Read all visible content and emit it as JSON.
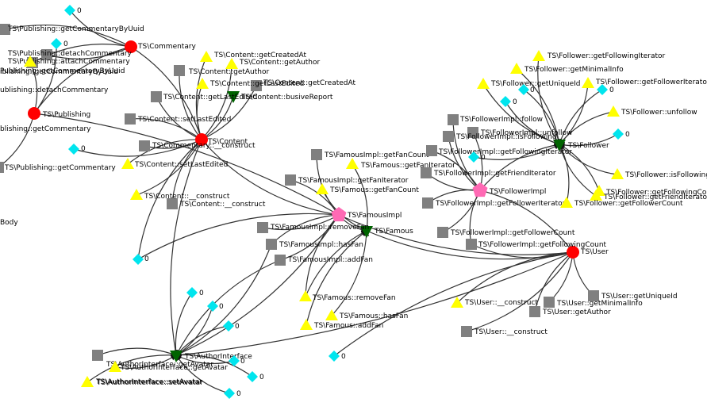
{
  "colors": {
    "class": "#ff0000",
    "implementation": "#ff69b4",
    "interface": "#006400",
    "method": "#808080",
    "interface_method": "#ffff00",
    "constant": "#00e5ee",
    "edge": "#333333"
  },
  "nodes": [
    {
      "id": "n1",
      "kind": "class",
      "label": "TS\\Commentary"
    },
    {
      "id": "n2",
      "kind": "class",
      "label": "TS\\Publishing"
    },
    {
      "id": "n3",
      "kind": "class",
      "label": "TS\\Content"
    },
    {
      "id": "n4",
      "kind": "class",
      "label": "TS\\User"
    },
    {
      "id": "n5",
      "kind": "implementation",
      "label": "TS\\FamousImpl"
    },
    {
      "id": "n6",
      "kind": "implementation",
      "label": "TS\\FollowerImpl"
    },
    {
      "id": "n7",
      "kind": "interface",
      "label": "TS\\AuthorInterface"
    },
    {
      "id": "n8",
      "kind": "interface",
      "label": "TS\\Famous"
    },
    {
      "id": "n9",
      "kind": "interface",
      "label": "TS\\Follower"
    },
    {
      "id": "n10",
      "kind": "interface",
      "label": "TS\\Content::busiveReport"
    },
    {
      "id": "m1",
      "kind": "method",
      "label": "TS\\Publishing::getCommentaryByUuid"
    },
    {
      "id": "m2",
      "kind": "method",
      "label": "TS\\Publishing::detachCommentary"
    },
    {
      "id": "m3",
      "kind": "method",
      "label": "TS\\Publishing::attachCommentary"
    },
    {
      "id": "m4",
      "kind": "method",
      "label": "TS\\Publishing::getCommentary"
    },
    {
      "id": "m5",
      "kind": "method",
      "label": "TS\\Content::getAuthor"
    },
    {
      "id": "m6",
      "kind": "method",
      "label": "TS\\Content::getCreatedAt"
    },
    {
      "id": "m7",
      "kind": "method",
      "label": "TS\\Content::getLastEdited"
    },
    {
      "id": "m8",
      "kind": "method",
      "label": "TS\\Content::setLastEdited"
    },
    {
      "id": "m9",
      "kind": "method",
      "label": "TS\\Commentary::__construct"
    },
    {
      "id": "m10",
      "kind": "method",
      "label": "TS\\Content::__construct"
    },
    {
      "id": "m11",
      "kind": "method",
      "label": "TS\\FamousImpl::getFanCount"
    },
    {
      "id": "m12",
      "kind": "method",
      "label": "TS\\FamousImpl::getFanIterator"
    },
    {
      "id": "m13",
      "kind": "method",
      "label": "TS\\FamousImpl::removeFan"
    },
    {
      "id": "m14",
      "kind": "method",
      "label": "TS\\FamousImpl::hasFan"
    },
    {
      "id": "m15",
      "kind": "method",
      "label": "TS\\FamousImpl::addFan"
    },
    {
      "id": "m16",
      "kind": "method",
      "label": "TS\\FollowerImpl::follow"
    },
    {
      "id": "m17",
      "kind": "method",
      "label": "TS\\FollowerImpl::unfollow"
    },
    {
      "id": "m18",
      "kind": "method",
      "label": "TS\\FollowerImpl::isFollowing"
    },
    {
      "id": "m19",
      "kind": "method",
      "label": "TS\\FollowerImpl::getFollowingIterator"
    },
    {
      "id": "m20",
      "kind": "method",
      "label": "TS\\FollowerImpl::getFriendIterator"
    },
    {
      "id": "m21",
      "kind": "method",
      "label": "TS\\FollowerImpl::getFollowerIterator"
    },
    {
      "id": "m22",
      "kind": "method",
      "label": "TS\\FollowerImpl::getFollowerCount"
    },
    {
      "id": "m23",
      "kind": "method",
      "label": "TS\\FollowerImpl::getFollowingCount"
    },
    {
      "id": "m24",
      "kind": "method",
      "label": "TS\\User::getUniqueId"
    },
    {
      "id": "m25",
      "kind": "method",
      "label": "TS\\User::getMinimalInfo"
    },
    {
      "id": "m26",
      "kind": "method",
      "label": "TS\\User::getAuthor"
    },
    {
      "id": "m27",
      "kind": "method",
      "label": "TS\\User::__construct"
    },
    {
      "id": "m28",
      "kind": "method",
      "label": "TS\\AuthorInterface::getAvatar"
    },
    {
      "id": "t1",
      "kind": "interface_method",
      "label": "TS\\Content::getCreatedAt"
    },
    {
      "id": "t2",
      "kind": "interface_method",
      "label": "TS\\Content::getAuthor"
    },
    {
      "id": "t3",
      "kind": "interface_method",
      "label": "TS\\Content::getLastEdited"
    },
    {
      "id": "t4",
      "kind": "interface_method",
      "label": "TS\\Content::setLastEdited"
    },
    {
      "id": "t5",
      "kind": "interface_method",
      "label": "TS\\Content::__construct"
    },
    {
      "id": "t6",
      "kind": "interface_method",
      "label": "Publishing::getCommentaryByUuid"
    },
    {
      "id": "t7",
      "kind": "interface_method",
      "label": "TS\\Famous::getFanIterator"
    },
    {
      "id": "t8",
      "kind": "interface_method",
      "label": "TS\\Famous::getFanCount"
    },
    {
      "id": "t9",
      "kind": "interface_method",
      "label": "TS\\Famous::removeFan"
    },
    {
      "id": "t10",
      "kind": "interface_method",
      "label": "TS\\Famous::hasFan"
    },
    {
      "id": "t11",
      "kind": "interface_method",
      "label": "TS\\Famous::addFan"
    },
    {
      "id": "t12",
      "kind": "interface_method",
      "label": "TS\\AuthorInterface::getAvatar"
    },
    {
      "id": "t13",
      "kind": "interface_method",
      "label": "TS\\AuthorInterface::setAvatar"
    },
    {
      "id": "t14",
      "kind": "interface_method",
      "label": "TS\\Follower::getFollowingIterator"
    },
    {
      "id": "t15",
      "kind": "interface_method",
      "label": "TS\\Follower::getMinimalInfo"
    },
    {
      "id": "t16",
      "kind": "interface_method",
      "label": "TS\\Follower::getUniqueId"
    },
    {
      "id": "t17",
      "kind": "interface_method",
      "label": "TS\\Follower::getFollowerIterator"
    },
    {
      "id": "t18",
      "kind": "interface_method",
      "label": "TS\\Follower::unfollow"
    },
    {
      "id": "t19",
      "kind": "interface_method",
      "label": "TS\\Follower::isFollowing"
    },
    {
      "id": "t20",
      "kind": "interface_method",
      "label": "TS\\Follower::getFollowingCount"
    },
    {
      "id": "t21",
      "kind": "interface_method",
      "label": "TS\\Follower::getFriendIterator"
    },
    {
      "id": "t22",
      "kind": "interface_method",
      "label": "TS\\Follower::getFollowerCount"
    },
    {
      "id": "t23",
      "kind": "interface_method",
      "label": "TS\\User::__construct"
    },
    {
      "id": "c1",
      "kind": "constant",
      "label": "0"
    },
    {
      "id": "c2",
      "kind": "constant",
      "label": "0"
    },
    {
      "id": "c3",
      "kind": "constant",
      "label": "0"
    },
    {
      "id": "c4",
      "kind": "constant",
      "label": "0"
    },
    {
      "id": "c5",
      "kind": "constant",
      "label": "0"
    },
    {
      "id": "c6",
      "kind": "constant",
      "label": "0"
    },
    {
      "id": "c7",
      "kind": "constant",
      "label": "0"
    },
    {
      "id": "c8",
      "kind": "constant",
      "label": "0"
    },
    {
      "id": "c9",
      "kind": "constant",
      "label": "0"
    },
    {
      "id": "c10",
      "kind": "constant",
      "label": "0"
    },
    {
      "id": "c11",
      "kind": "constant",
      "label": "0"
    },
    {
      "id": "c12",
      "kind": "constant",
      "label": "0"
    },
    {
      "id": "c13",
      "kind": "constant",
      "label": "0"
    },
    {
      "id": "c14",
      "kind": "constant",
      "label": "0"
    },
    {
      "id": "c15",
      "kind": "constant",
      "label": "0"
    },
    {
      "id": "c16",
      "kind": "constant",
      "label": "0"
    },
    {
      "id": "x1",
      "kind": "fragment",
      "label": "Body"
    },
    {
      "id": "x2",
      "kind": "fragment",
      "label": "blishing::getCommentary"
    },
    {
      "id": "x3",
      "kind": "fragment",
      "label": "ublishing::detachCommentary"
    },
    {
      "id": "x4",
      "kind": "fragment",
      "label": "iblishing::getCommentaryByUuid"
    },
    {
      "id": "x5",
      "kind": "fragment",
      "label": "TS\\AuthorInterface::setAvatar"
    }
  ],
  "edges": [
    [
      "m1",
      "n1"
    ],
    [
      "m2",
      "n1"
    ],
    [
      "m3",
      "n1"
    ],
    [
      "m4",
      "n2"
    ],
    [
      "t6",
      "n2"
    ],
    [
      "c1",
      "n1"
    ],
    [
      "c2",
      "n2"
    ],
    [
      "m5",
      "n3"
    ],
    [
      "m6",
      "n3"
    ],
    [
      "m7",
      "n3"
    ],
    [
      "m8",
      "n3"
    ],
    [
      "m9",
      "n3"
    ],
    [
      "m10",
      "n3"
    ],
    [
      "t1",
      "n3"
    ],
    [
      "t2",
      "n3"
    ],
    [
      "t3",
      "n3"
    ],
    [
      "t4",
      "n3"
    ],
    [
      "t5",
      "n3"
    ],
    [
      "n1",
      "n3"
    ],
    [
      "n1",
      "n2"
    ],
    [
      "n10",
      "n3"
    ],
    [
      "c3",
      "n3"
    ],
    [
      "c4",
      "n3"
    ],
    [
      "m11",
      "n5"
    ],
    [
      "m12",
      "n5"
    ],
    [
      "m13",
      "n5"
    ],
    [
      "m14",
      "n5"
    ],
    [
      "m15",
      "n5"
    ],
    [
      "t7",
      "n8"
    ],
    [
      "t8",
      "n8"
    ],
    [
      "t9",
      "n8"
    ],
    [
      "t10",
      "n8"
    ],
    [
      "t11",
      "n8"
    ],
    [
      "n5",
      "n8"
    ],
    [
      "n2",
      "n5"
    ],
    [
      "n3",
      "n5"
    ],
    [
      "c4",
      "n5"
    ],
    [
      "m16",
      "n6"
    ],
    [
      "m17",
      "n6"
    ],
    [
      "m18",
      "n6"
    ],
    [
      "m19",
      "n6"
    ],
    [
      "m20",
      "n6"
    ],
    [
      "m21",
      "n6"
    ],
    [
      "m22",
      "n6"
    ],
    [
      "m23",
      "n6"
    ],
    [
      "t14",
      "n9"
    ],
    [
      "t15",
      "n9"
    ],
    [
      "t16",
      "n9"
    ],
    [
      "t17",
      "n9"
    ],
    [
      "t18",
      "n9"
    ],
    [
      "t19",
      "n9"
    ],
    [
      "t20",
      "n9"
    ],
    [
      "t21",
      "n9"
    ],
    [
      "t22",
      "n9"
    ],
    [
      "n6",
      "n9"
    ],
    [
      "c8",
      "n9"
    ],
    [
      "c9",
      "n9"
    ],
    [
      "c10",
      "n9"
    ],
    [
      "c11",
      "n9"
    ],
    [
      "c12",
      "n9"
    ],
    [
      "m24",
      "n4"
    ],
    [
      "m25",
      "n4"
    ],
    [
      "m26",
      "n4"
    ],
    [
      "m27",
      "n4"
    ],
    [
      "t23",
      "n4"
    ],
    [
      "n4",
      "n6"
    ],
    [
      "n4",
      "n5"
    ],
    [
      "n8",
      "n4"
    ],
    [
      "c13",
      "n4"
    ],
    [
      "m23",
      "n4"
    ],
    [
      "m28",
      "n7"
    ],
    [
      "t12",
      "n7"
    ],
    [
      "t13",
      "n7"
    ],
    [
      "n3",
      "n7"
    ],
    [
      "n4",
      "n7"
    ],
    [
      "c5",
      "n7"
    ],
    [
      "c6",
      "n7"
    ],
    [
      "c7",
      "n7"
    ],
    [
      "c14",
      "n7"
    ],
    [
      "c15",
      "n7"
    ],
    [
      "c16",
      "n7"
    ],
    [
      "n7",
      "n5"
    ],
    [
      "m14",
      "n7"
    ],
    [
      "m15",
      "n7"
    ],
    [
      "t9",
      "n5"
    ]
  ]
}
